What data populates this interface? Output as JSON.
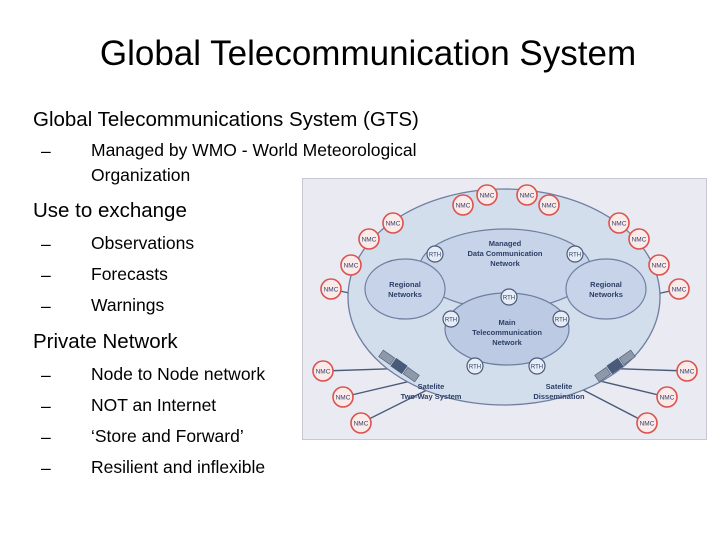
{
  "slide": {
    "title": "Global Telecommunication System",
    "bullets": {
      "gts": "Global Telecommunications System (GTS)",
      "managed_line1": "Managed by WMO - World Meteorological",
      "managed_line2": "Organization",
      "use": "Use to exchange",
      "observations": "Observations",
      "forecasts": "Forecasts",
      "warnings": "Warnings",
      "private": "Private Network",
      "node": "Node to Node network",
      "not_internet": "NOT an Internet",
      "store": "‘Store and Forward’",
      "resilient": "Resilient and inflexible"
    },
    "dash": "–"
  },
  "diagram": {
    "managed_line1": "Managed",
    "managed_line2": "Data Communication",
    "managed_line3": "Network",
    "regional_left_1": "Regional",
    "regional_left_2": "Networks",
    "regional_right_1": "Regional",
    "regional_right_2": "Networks",
    "main_line1": "Main",
    "main_line2": "Telecommunication",
    "main_line3": "Network",
    "sat_two_way_1": "Satelite",
    "sat_two_way_2": "Two-Way System",
    "sat_dissem_1": "Satelite",
    "sat_dissem_2": "Dissemination",
    "nmc": "NMC",
    "rth": "RTH"
  },
  "colors": {
    "nmc_border": "#d9534f",
    "nmc_fill": "#fbeaea",
    "line": "#4a5b7a",
    "ellipse_fill": "#c9d7ea",
    "ellipse_stroke": "#6f7ea0",
    "label_text": "#2e3f66"
  }
}
